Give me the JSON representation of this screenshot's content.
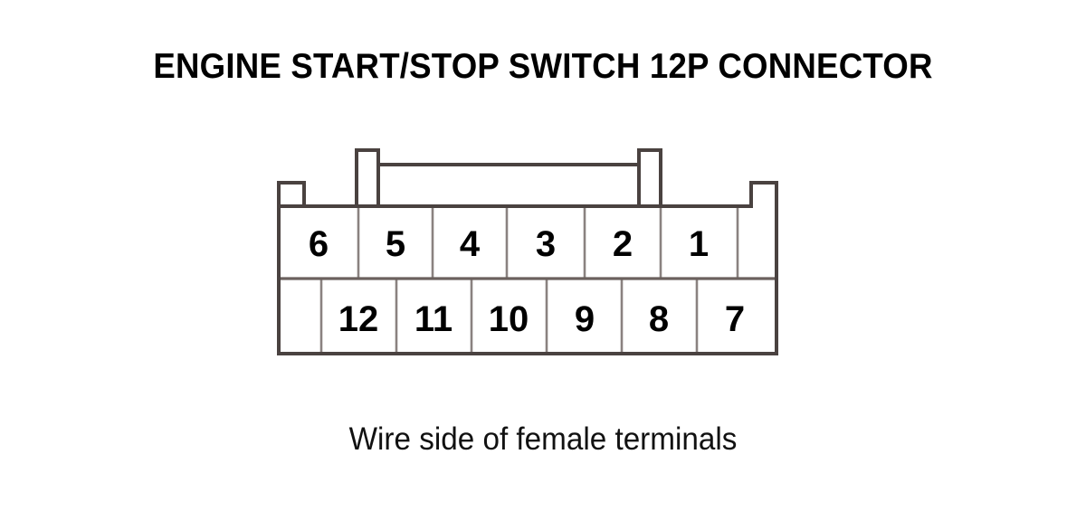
{
  "title": "ENGINE START/STOP SWITCH 12P CONNECTOR",
  "caption": "Wire side of female terminals",
  "colors": {
    "outline": "#4a4240",
    "divider": "#8a8280",
    "text": "#000000",
    "background": "#ffffff"
  },
  "connector": {
    "type": "12P connector",
    "view": "Wire side of female terminals",
    "pin_count": 12,
    "rows": [
      {
        "name": "top-row",
        "cells": [
          {
            "label": "6",
            "blank": false
          },
          {
            "label": "5",
            "blank": false
          },
          {
            "label": "4",
            "blank": false
          },
          {
            "label": "3",
            "blank": false
          },
          {
            "label": "2",
            "blank": false
          },
          {
            "label": "1",
            "blank": false
          },
          {
            "label": "",
            "blank": true
          }
        ]
      },
      {
        "name": "bottom-row",
        "cells": [
          {
            "label": "",
            "blank": true
          },
          {
            "label": "12",
            "blank": false
          },
          {
            "label": "11",
            "blank": false
          },
          {
            "label": "10",
            "blank": false
          },
          {
            "label": "9",
            "blank": false
          },
          {
            "label": "8",
            "blank": false
          },
          {
            "label": "7",
            "blank": false
          }
        ]
      }
    ]
  },
  "pins": {
    "top": [
      "6",
      "5",
      "4",
      "3",
      "2",
      "1"
    ],
    "bottom": [
      "12",
      "11",
      "10",
      "9",
      "8",
      "7"
    ]
  }
}
